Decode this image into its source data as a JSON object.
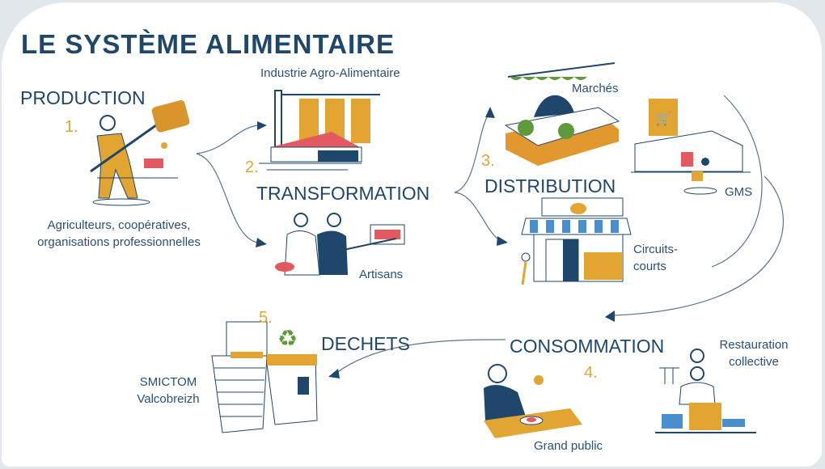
{
  "title": "LE SYSTÈME ALIMENTAIRE",
  "stages": [
    {
      "number": "1.",
      "name": "PRODUCTION",
      "labels": [
        "Agriculteurs, coopératives, organisations professionnelles"
      ]
    },
    {
      "number": "2.",
      "name": "TRANSFORMATION",
      "labels": [
        "Industrie Agro-Alimentaire",
        "Artisans"
      ]
    },
    {
      "number": "3.",
      "name": "DISTRIBUTION",
      "labels": [
        "Marchés",
        "GMS",
        "Circuits-courts"
      ]
    },
    {
      "number": "4.",
      "name": "CONSOMMATION",
      "labels": [
        "Restauration collective",
        "Grand public"
      ]
    },
    {
      "number": "5.",
      "name": "DECHETS",
      "labels": [
        "SMICTOM Valcobreizh"
      ]
    }
  ],
  "colors": {
    "navy": "#1e476b",
    "gold": "#e3a532",
    "red": "#e25a5f",
    "green": "#5e9a3a",
    "blue": "#4a90d0"
  }
}
